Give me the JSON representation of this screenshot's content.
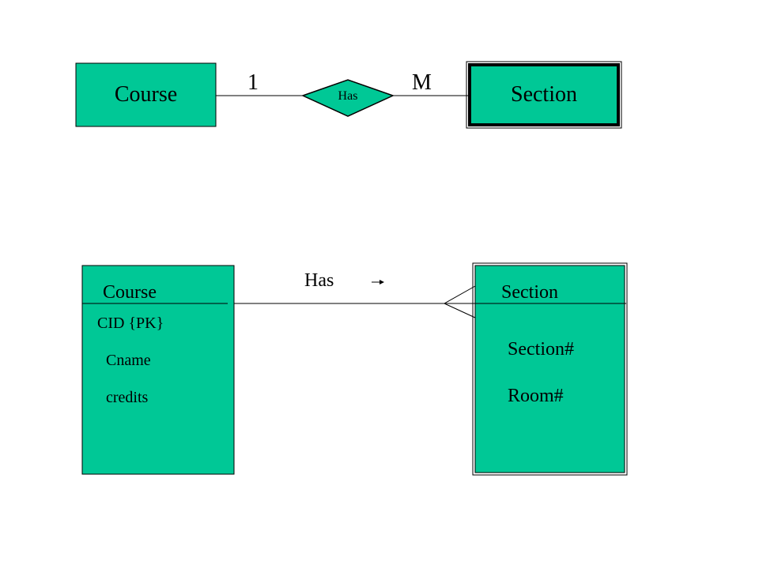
{
  "colors": {
    "fill": "#00C896",
    "stroke": "#000000",
    "background": "#ffffff"
  },
  "top_diagram": {
    "entity_left": "Course",
    "entity_right": "Section",
    "relationship": "Has",
    "cardinality_left": "1",
    "cardinality_right": "M"
  },
  "bottom_diagram": {
    "relationship_label": "Has",
    "left_entity": {
      "name": "Course",
      "attributes": [
        "CID {PK}",
        "Cname",
        "credits"
      ]
    },
    "right_entity": {
      "name": "Section",
      "attributes": [
        "Section#",
        "Room#"
      ]
    }
  }
}
